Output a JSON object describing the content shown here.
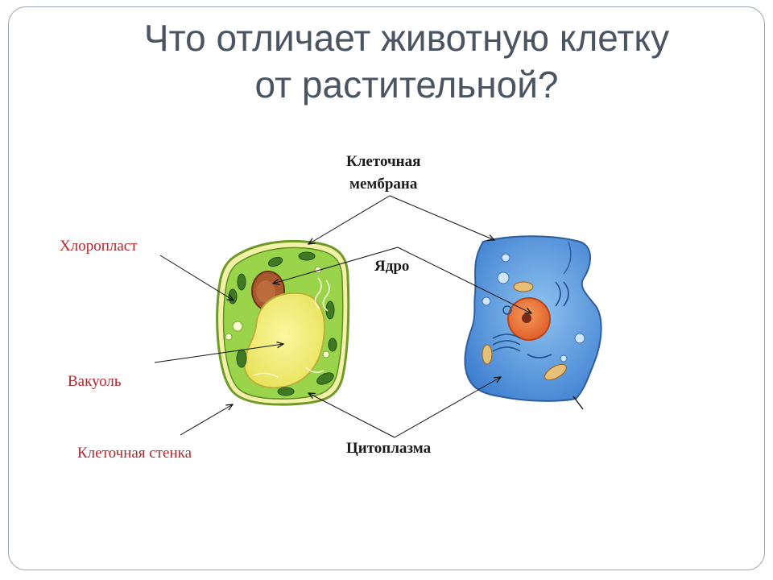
{
  "slide": {
    "title_line1": "Что отличает животную клетку",
    "title_line2": "от растительной?"
  },
  "labels": {
    "membrane_line1": "Клеточная",
    "membrane_line2": "мембрана",
    "chloroplast": "Хлоропласт",
    "nucleus": "Ядро",
    "vacuole": "Вакуоль",
    "cell_wall": "Клеточная стенка",
    "cytoplasm": "Цитоплазма"
  },
  "colors": {
    "title": "#4a5561",
    "label_red": "#b5252b",
    "label_black": "#1a1a1a",
    "plant_cell": "#8ccf3f",
    "animal_cell": "#4f8fd6"
  }
}
